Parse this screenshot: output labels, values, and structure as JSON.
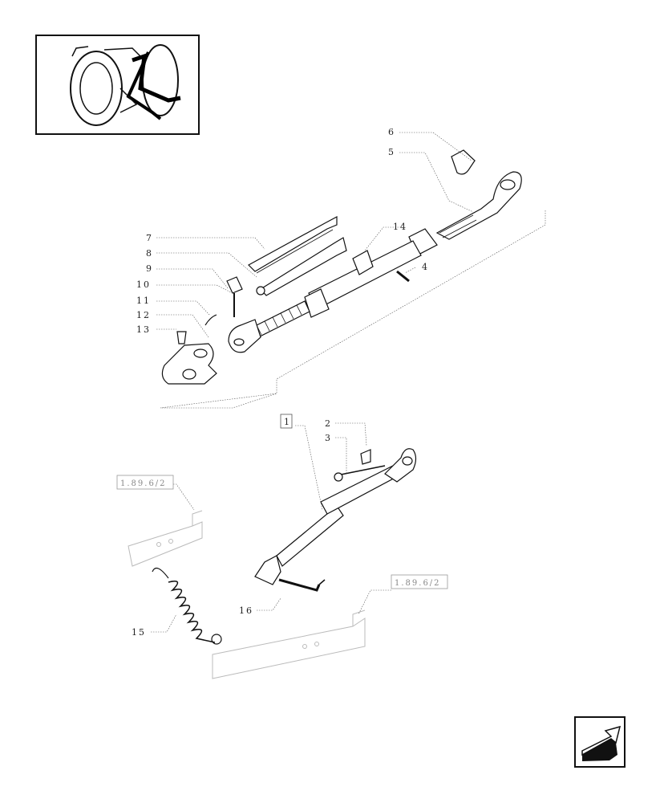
{
  "callouts": {
    "c1": "1",
    "c2": "2",
    "c3": "3",
    "c4": "4",
    "c5": "5",
    "c6": "6",
    "c7": "7",
    "c8": "8",
    "c9": "9",
    "c10": "10",
    "c11": "11",
    "c12": "12",
    "c13": "13",
    "c14": "14",
    "c15": "15",
    "c16": "16"
  },
  "references": {
    "ref_left": "1.89.6/2",
    "ref_right": "1.89.6/2"
  },
  "icons": {
    "thumbnail": "tractor-rear-thumbnail-icon",
    "nav": "back-arrow-icon"
  }
}
